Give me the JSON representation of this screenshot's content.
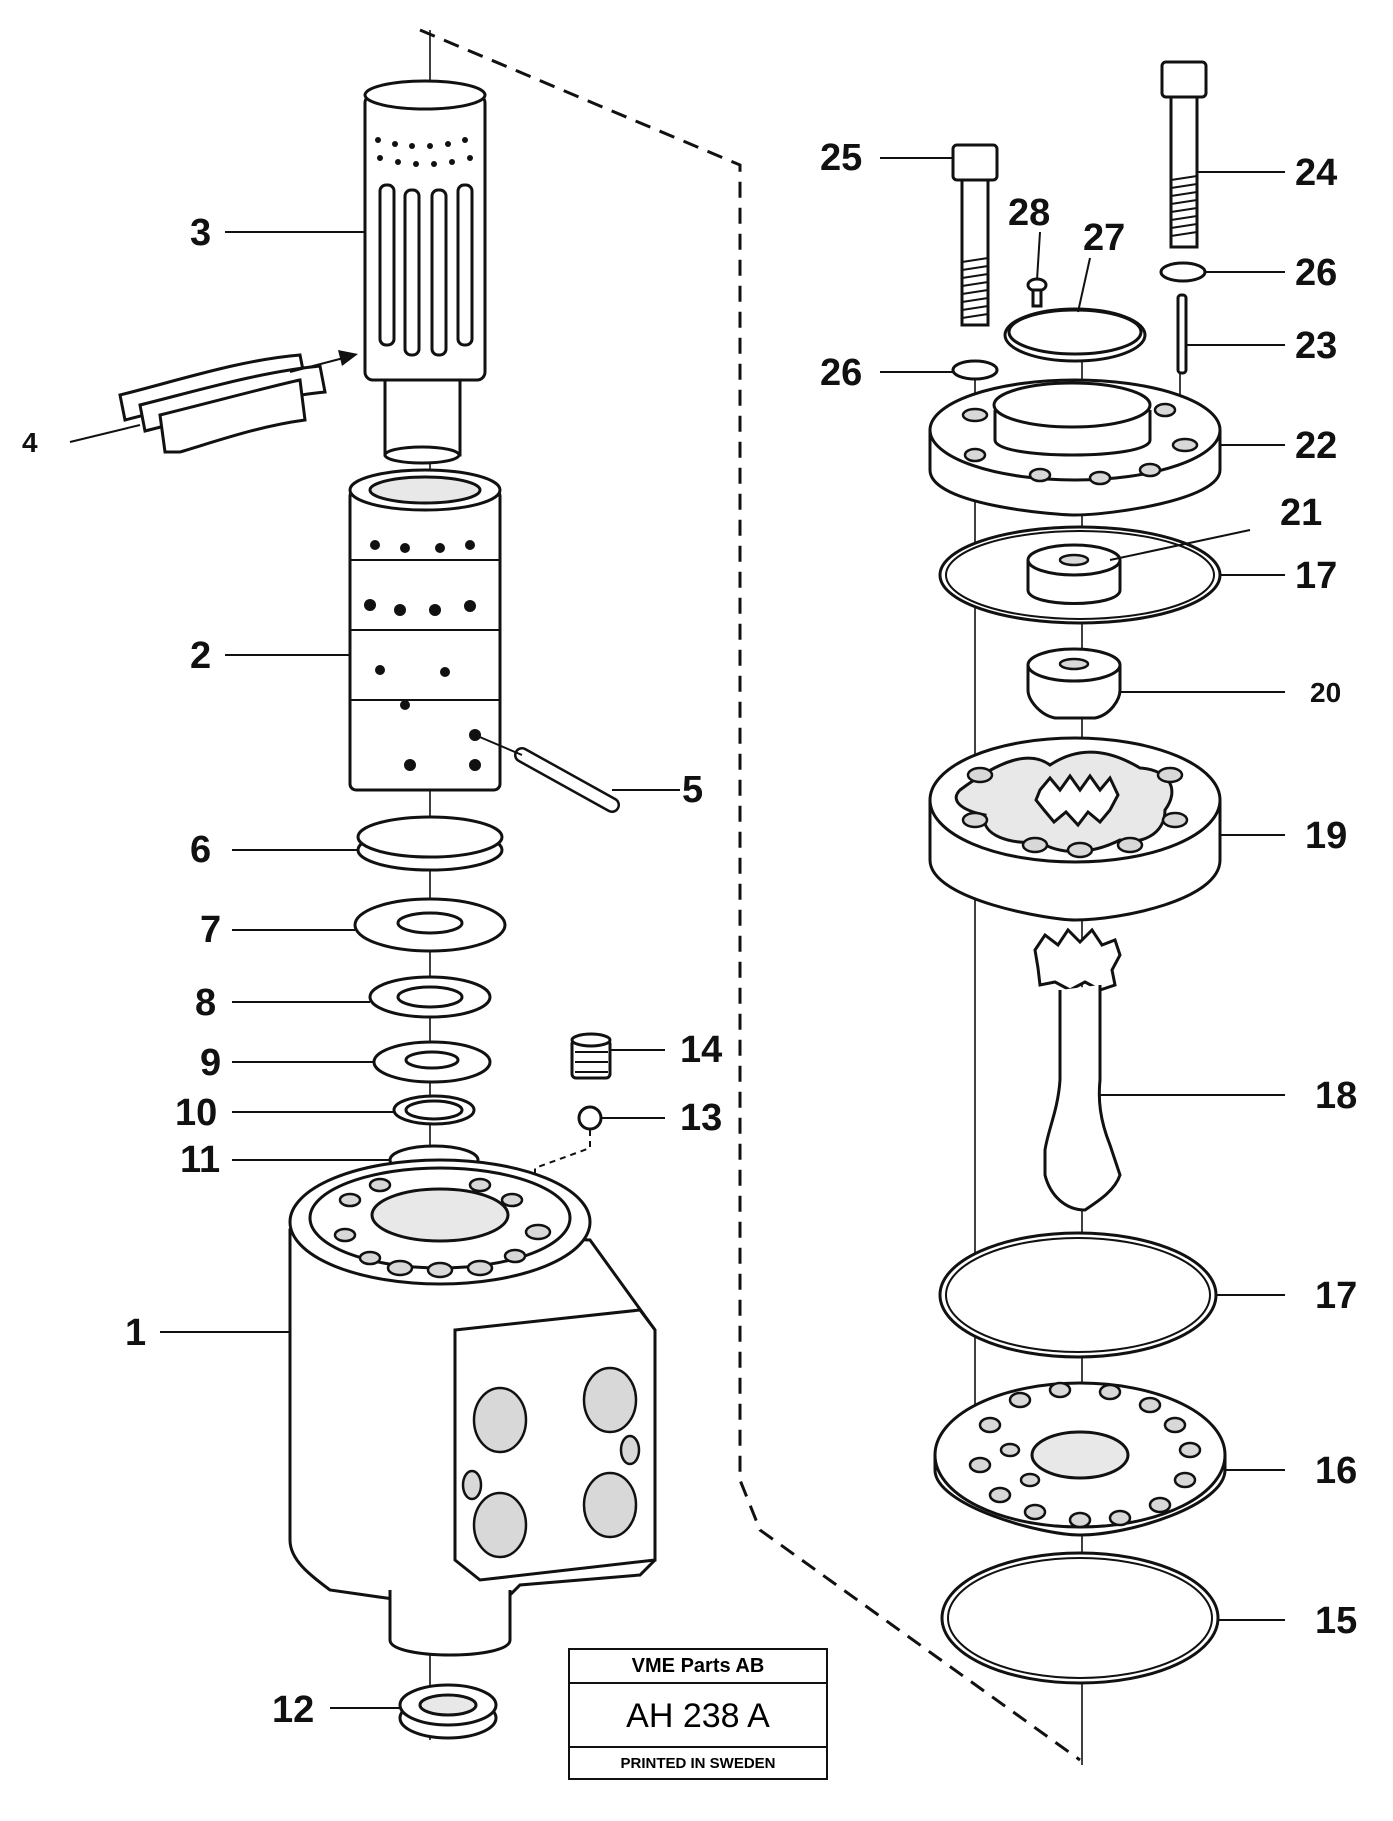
{
  "callouts": [
    "1",
    "2",
    "3",
    "4",
    "5",
    "6",
    "7",
    "8",
    "9",
    "10",
    "11",
    "12",
    "13",
    "14",
    "15",
    "16",
    "17",
    "17",
    "18",
    "19",
    "20",
    "21",
    "22",
    "23",
    "24",
    "25",
    "26",
    "26",
    "27",
    "28"
  ],
  "stamp": {
    "company": "VME Parts AB",
    "code": "AH 238  A",
    "printed": "PRINTED IN SWEDEN"
  }
}
